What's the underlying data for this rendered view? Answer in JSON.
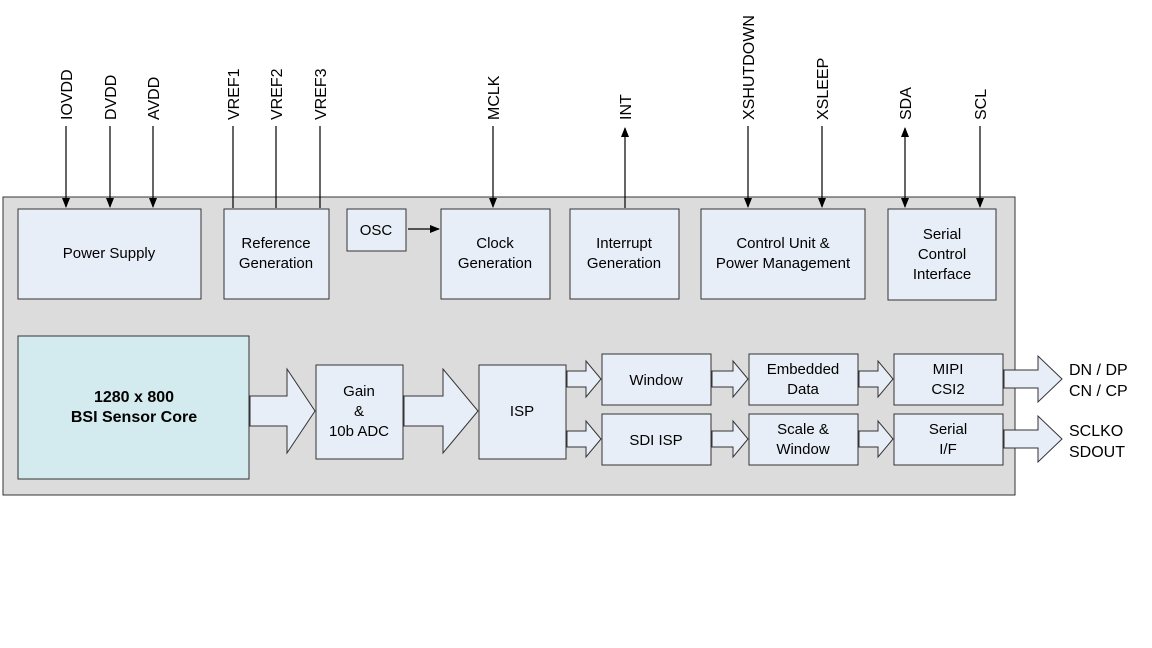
{
  "pins": {
    "iovdd": "IOVDD",
    "dvdd": "DVDD",
    "avdd": "AVDD",
    "vref1": "VREF1",
    "vref2": "VREF2",
    "vref3": "VREF3",
    "mclk": "MCLK",
    "int": "INT",
    "xshutdown": "XSHUTDOWN",
    "xsleep": "XSLEEP",
    "sda": "SDA",
    "scl": "SCL"
  },
  "blocks": {
    "power_supply": "Power Supply",
    "reference_generation": [
      "Reference",
      "Generation"
    ],
    "osc": "OSC",
    "clock_generation": [
      "Clock",
      "Generation"
    ],
    "interrupt_generation": [
      "Interrupt",
      "Generation"
    ],
    "control_unit": [
      "Control Unit &",
      "Power Management"
    ],
    "serial_control_interface": [
      "Serial",
      "Control",
      "Interface"
    ],
    "sensor_core": [
      "1280 x 800",
      "BSI Sensor Core"
    ],
    "gain_adc": [
      "Gain",
      "&",
      "10b ADC"
    ],
    "isp": "ISP",
    "window": "Window",
    "sdi_isp": "SDI ISP",
    "embedded_data": [
      "Embedded",
      "Data"
    ],
    "scale_window": [
      "Scale &",
      "Window"
    ],
    "mipi_csi2": [
      "MIPI",
      "CSI2"
    ],
    "serial_if": [
      "Serial",
      "I/F"
    ]
  },
  "outputs": {
    "mipi_out": [
      "DN / DP",
      "CN / CP"
    ],
    "serial_out": [
      "SCLKO",
      "SDOUT"
    ]
  },
  "colors": {
    "chip_fill": "#dcdcdc",
    "block_fill": "#e8eef7",
    "sensor_fill": "#d3eaee",
    "stroke": "#333333"
  }
}
